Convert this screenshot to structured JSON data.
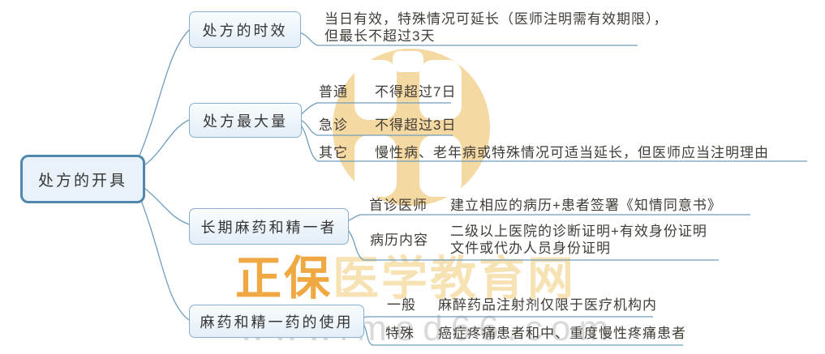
{
  "root": {
    "label": "处方的开具"
  },
  "branches": [
    {
      "label": "处方的时效",
      "children": [
        {
          "label": "",
          "text": "当日有效，特殊情况可延长（医师注明需有效期限），\n但最长不超过3天"
        }
      ]
    },
    {
      "label": "处方最大量",
      "children": [
        {
          "label": "普通",
          "text": "不得超过7日"
        },
        {
          "label": "急诊",
          "text": "不得超过3日"
        },
        {
          "label": "其它",
          "text": "慢性病、老年病或特殊情况可适当延长，但医师应当注明理由"
        }
      ]
    },
    {
      "label": "长期麻药和精一者",
      "children": [
        {
          "label": "首诊医师",
          "text": "建立相应的病历+患者签署《知情同意书》"
        },
        {
          "label": "病历内容",
          "text": "二级以上医院的诊断证明+有效身份证明\n文件或代办人员身份证明"
        }
      ]
    },
    {
      "label": "麻药和精一药的使用",
      "children": [
        {
          "label": "一般",
          "text": "麻醉药品注射剂仅限于医疗机构内"
        },
        {
          "label": "特殊",
          "text": "癌症疼痛患者和中、重度慢性疼痛患者"
        }
      ]
    }
  ],
  "watermark": {
    "brand_bold": "正保",
    "brand_light": "医学教育网",
    "url": "www.med66.com"
  },
  "colors": {
    "connector_blue": "#6f9dbd",
    "box_border_blue": "#86afd1",
    "root_border_blue": "#4f87ae",
    "box_fill_light": "#e9f2f9",
    "watermark_gold": "#f5d9a2",
    "watermark_brand_orange": "#f0a842",
    "watermark_brand_pale": "#f7e2b3",
    "watermark_url_gray": "#d9d9d9",
    "text_dark": "#3e3b38"
  }
}
